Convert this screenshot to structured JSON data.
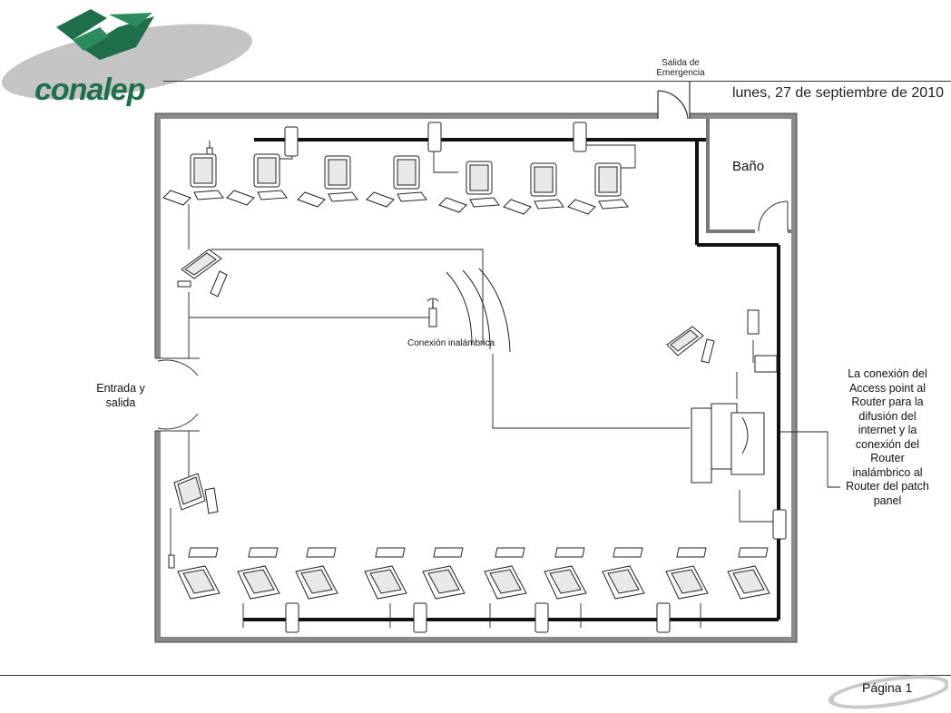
{
  "header": {
    "logo_text": "conalep",
    "date": "lunes, 27 de septiembre de 2010"
  },
  "floor_plan": {
    "emergency_exit": "Salida de Emergencia",
    "bathroom": "Baño",
    "entrance_exit": "Entrada y salida",
    "wireless_label": "Conexión inalámbrica",
    "note": "La conexión del Access point al Router para la difusión del internet y la conexión del Router inalámbrico al Router del patch panel"
  },
  "footer": {
    "page": "Página 1"
  },
  "colors": {
    "logo_green": "#1f6f4a",
    "logo_gray": "#b9b9b9",
    "wall": "#999999"
  }
}
